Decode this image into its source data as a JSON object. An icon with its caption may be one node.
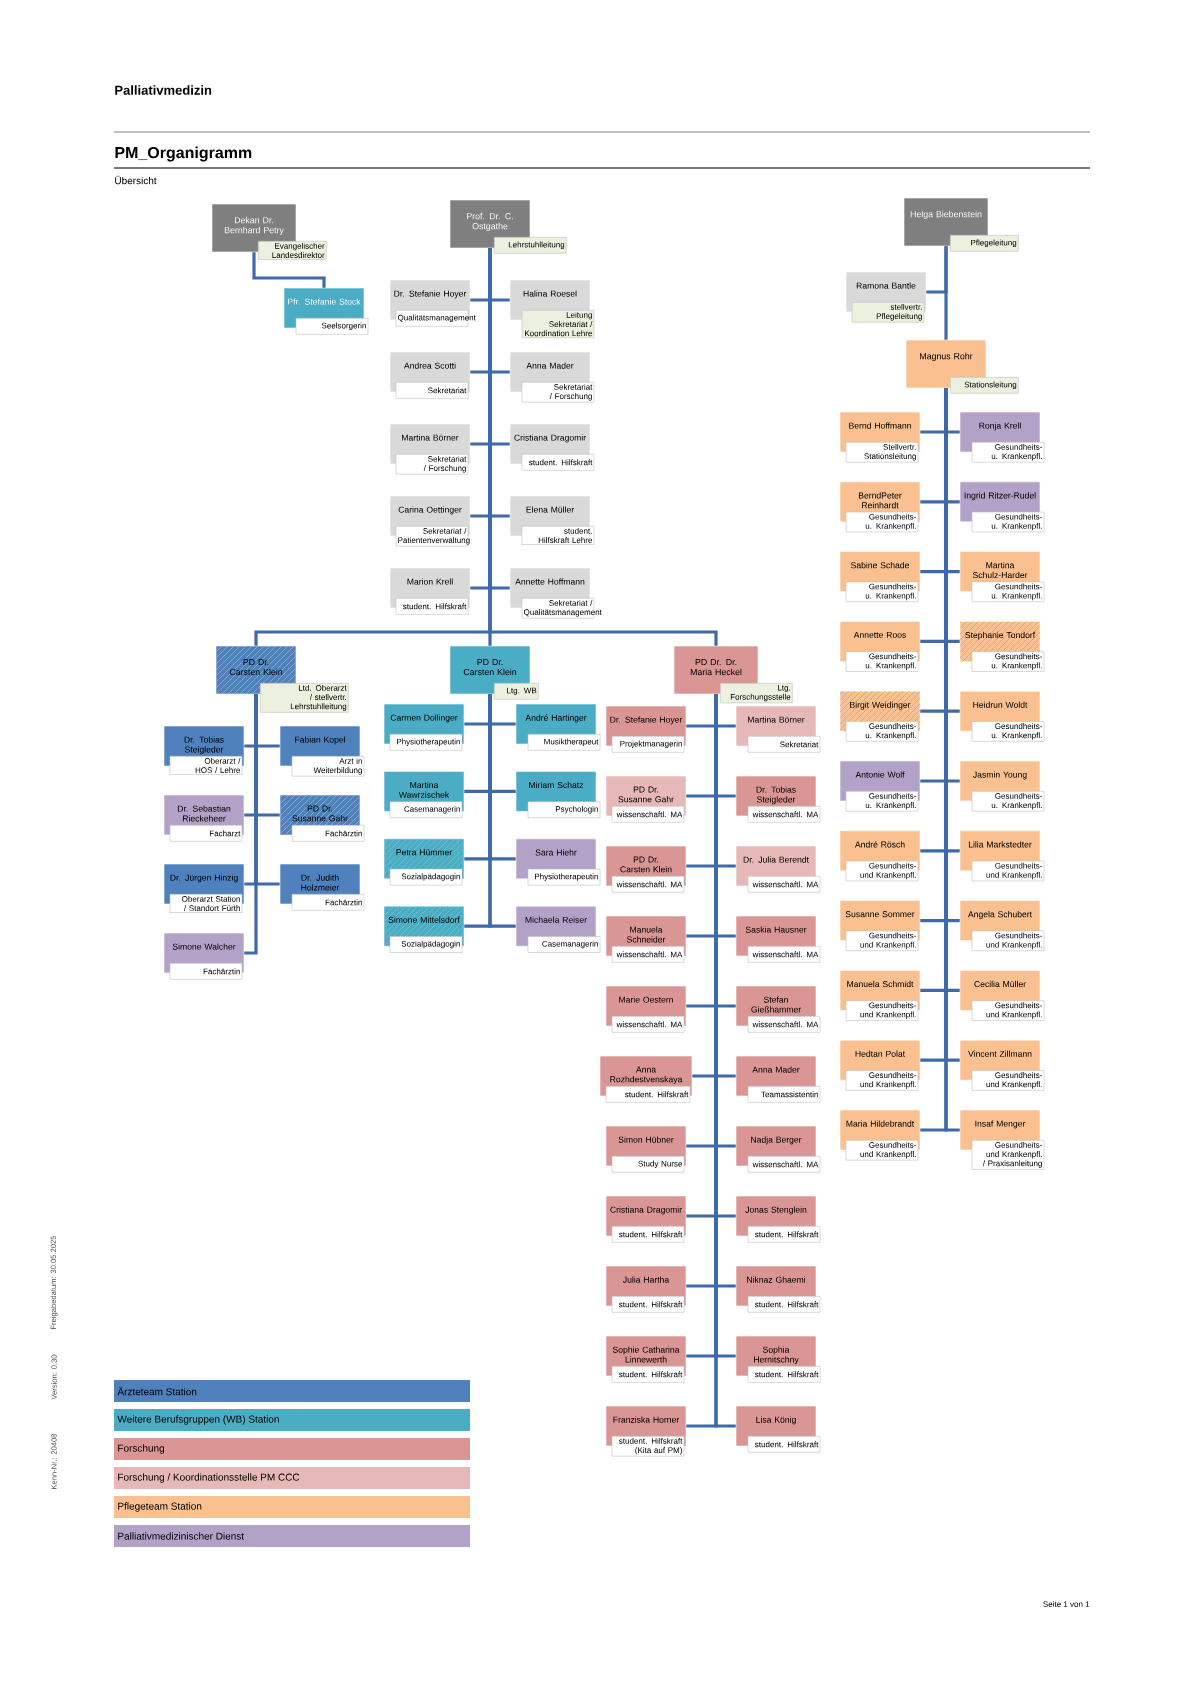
{
  "diagram": {
    "title": "PM_Organigramm",
    "nodes": [
      {
        "text": [
          "Dekan Dr. Bernhard Petry",
          "Evangelischer Landesdirektor"
        ]
      },
      {
        "text": [
          "Pfr. Stefanie Stock",
          "Seelsorgerin"
        ]
      },
      {
        "text": [
          "Prof. Dr. C. Ostgathe",
          "Lehrstuhlleitung"
        ]
      },
      {
        "text": [
          "Dr. Stefanie Hoyer",
          "Qualitätsmanagement"
        ]
      },
      {
        "text": [
          "Halina Roesel",
          "Leitung Sekretariat / Koordination Lehre"
        ]
      },
      {
        "text": [
          "Andrea Scotti",
          "Sekretariat"
        ]
      },
      {
        "text": [
          "Anna Mader",
          "Sekretariat / Forschung"
        ]
      },
      {
        "text": [
          "Martina Börner",
          "Sekretariat / Forschung"
        ]
      },
      {
        "text": [
          "Cristiana Dragomir",
          "student. Hilfskraft"
        ]
      },
      {
        "text": [
          "Carina Oettinger",
          "Sekretariat / Patientenverwaltung"
        ]
      },
      {
        "text": [
          "Elena Müller",
          "student. Hilfskraft Lehre"
        ]
      },
      {
        "text": [
          "Marion Krell",
          "student. Hilfskraft"
        ]
      },
      {
        "text": [
          "Annette Hoffmann",
          "Sekretariat / Qualitätsmanagement"
        ]
      },
      {
        "text": [
          "Helga Biebenstein",
          "Pflegeleitung"
        ]
      },
      {
        "text": [
          "Ramona Bantle",
          "stellvertr. Pflegeleitung"
        ]
      },
      {
        "text": [
          "Magnus Rohr",
          "Stationsleitung"
        ]
      },
      {
        "text": [
          "Bernd Hoffmann",
          "Stellvertr. Stationsleitung"
        ]
      },
      {
        "text": [
          "Ronja Krell",
          "Gesundheits- u. Krankenpfl."
        ]
      },
      {
        "text": [
          "BerndPeter Reinhardt",
          "Gesundheits- u. Krankenpfl."
        ]
      },
      {
        "text": [
          "Ingrid Ritzer-Rudel",
          "Gesundheits- u. Krankenpfl."
        ]
      },
      {
        "text": [
          "Sabine Schade",
          "Gesundheits- u. Krankenpfl."
        ]
      },
      {
        "text": [
          "Martina Schulz-Harder",
          "Gesundheits- u. Krankenpfl."
        ]
      },
      {
        "text": [
          "Annette Roos",
          "Gesundheits- u. Krankenpfl."
        ]
      },
      {
        "text": [
          "Stephanie Tondorf",
          "Gesundheits- u. Krankenpfl."
        ]
      },
      {
        "text": [
          "Birgit Weidinger",
          "Gesundheits- u. Krankenpfl."
        ]
      },
      {
        "text": [
          "Heidrun Woldt",
          "Gesundheits- u. Krankenpfl."
        ]
      },
      {
        "text": [
          "Antonie Wolf",
          "Gesundheits- u. Krankenpfl."
        ]
      },
      {
        "text": [
          "Jasmin Young",
          "Gesundheits- u. Krankenpfl."
        ]
      },
      {
        "text": [
          "André Rösch",
          "Gesundheits- und Krankenpfl."
        ]
      },
      {
        "text": [
          "Lilia Markstedter",
          "Gesundheits- und Krankenpfl."
        ]
      },
      {
        "text": [
          "Susanne Sommer",
          "Gesundheits- und Krankenpfl."
        ]
      },
      {
        "text": [
          "Angela Schubert",
          "Gesundheits- und Krankenpfl."
        ]
      },
      {
        "text": [
          "Manuela Schmidt",
          "Gesundheits- und Krankenpfl."
        ]
      },
      {
        "text": [
          "Cecilia Müller",
          "Gesundheits- und Krankenpfl."
        ]
      },
      {
        "text": [
          "Hedtan Polat",
          "Gesundheits- und Krankenpfl."
        ]
      },
      {
        "text": [
          "Vincent Zillmann",
          "Gesundheits- und Krankenpfl."
        ]
      },
      {
        "text": [
          "Maria Hildebrandt",
          "Gesundheits- und Krankenpfl."
        ]
      },
      {
        "text": [
          "Insaf Menger",
          "Gesundheits- und Krankenpfl. / Praxisanleitung"
        ]
      },
      {
        "text": [
          "PD Dr. Carsten Klein",
          "Ltd. Oberarzt / stellvertr. Lehrstuhlleitung"
        ]
      },
      {
        "text": [
          "PD Dr. Carsten Klein",
          "Ltg. WB"
        ]
      },
      {
        "text": [
          "PD Dr. Dr. Maria Heckel",
          "Ltg. Forschungsstelle"
        ]
      },
      {
        "text": [
          "Dr. Tobias Steigleder",
          "Oberarzt / HOS / Lehre"
        ]
      },
      {
        "text": [
          "Fabian Kopel",
          "Arzt in Weiterbildung"
        ]
      },
      {
        "text": [
          "Dr. Sebastian Rieckeheer",
          "Facharzt"
        ]
      },
      {
        "text": [
          "PD Dr. Susanne Gahr",
          "Fachärztin"
        ]
      },
      {
        "text": [
          "Dr. Jürgen Hinzig",
          "Oberarzt Station / Standort Fürth"
        ]
      },
      {
        "text": [
          "Dr. Judith Holzmeier",
          "Fachärztin"
        ]
      },
      {
        "text": [
          "Simone Walcher",
          "Fachärztin"
        ]
      },
      {
        "text": [
          "Carmen Dollinger",
          "Physiotherapeutin"
        ]
      },
      {
        "text": [
          "André Hartinger",
          "Musiktherapeut"
        ]
      },
      {
        "text": [
          "Martina Wawrzischek",
          "Casemanagerin"
        ]
      },
      {
        "text": [
          "Miriam Schatz",
          "Psychologin"
        ]
      },
      {
        "text": [
          "Petra Hümmer",
          "Sozialpädagogin"
        ]
      },
      {
        "text": [
          "Sara Hiehr",
          "Physiotherapeutin"
        ]
      },
      {
        "text": [
          "Simone Mittelsdorf",
          "Sozialpädagogin"
        ]
      },
      {
        "text": [
          "Michaela Reiser",
          "Casemanagerin"
        ]
      },
      {
        "text": [
          "Dr. Stefanie Hoyer",
          "Projektmanagerin"
        ]
      },
      {
        "text": [
          "Martina Börner",
          "Sekretariat"
        ]
      },
      {
        "text": [
          "PD Dr. Susanne Gahr",
          "wissenschaftl. MA"
        ]
      },
      {
        "text": [
          "Dr. Tobias Steigleder",
          "wissenschaftl. MA"
        ]
      },
      {
        "text": [
          "PD Dr. Carsten Klein",
          "wissenschaftl. MA"
        ]
      },
      {
        "text": [
          "Dr. Julia Berendt",
          "wissenschaftl. MA"
        ]
      },
      {
        "text": [
          "Manuela Schneider",
          "wissenschaftl. MA"
        ]
      },
      {
        "text": [
          "Saskia Hausner",
          "wissenschaftl. MA"
        ]
      },
      {
        "text": [
          "Marie Oestern",
          "wissenschaftl. MA"
        ]
      },
      {
        "text": [
          "Stefan Gießhammer",
          "wissenschaftl. MA"
        ]
      },
      {
        "text": [
          "Anna Rozhdestvenskaya",
          "student. Hilfskraft"
        ]
      },
      {
        "text": [
          "Anna Mader",
          "Teamassistentin"
        ]
      },
      {
        "text": [
          "Simon Hübner",
          "Study Nurse"
        ]
      },
      {
        "text": [
          "Nadja Berger",
          "wissenschaftl. MA"
        ]
      },
      {
        "text": [
          "Cristiana Dragomir",
          "student. Hilfskraft"
        ]
      },
      {
        "text": [
          "Jonas Stenglein",
          "student. Hilfskraft"
        ]
      },
      {
        "text": [
          "Julia Hartha",
          "student. Hilfskraft"
        ]
      },
      {
        "text": [
          "Niknaz Ghaemi",
          "student. Hilfskraft"
        ]
      },
      {
        "text": [
          "Sophie Catharina Linnewerth",
          "student. Hilfskraft"
        ]
      },
      {
        "text": [
          "Sophia Hernitschny",
          "student. Hilfskraft"
        ]
      },
      {
        "text": [
          "Franziska Horner",
          "student. Hilfskraft (Kita auf PM)"
        ]
      },
      {
        "text": [
          "Lisa König",
          "student. Hilfskraft"
        ]
      }
    ],
    "edges": [
      {
        "from": 0,
        "to": 1,
        "arrow": "none"
      },
      {
        "from": 2,
        "to": 3,
        "arrow": "none"
      },
      {
        "from": 2,
        "to": 4,
        "arrow": "none"
      },
      {
        "from": 2,
        "to": 5,
        "arrow": "none"
      },
      {
        "from": 2,
        "to": 6,
        "arrow": "none"
      },
      {
        "from": 2,
        "to": 7,
        "arrow": "none"
      },
      {
        "from": 2,
        "to": 8,
        "arrow": "none"
      },
      {
        "from": 2,
        "to": 9,
        "arrow": "none"
      },
      {
        "from": 2,
        "to": 10,
        "arrow": "none"
      },
      {
        "from": 2,
        "to": 11,
        "arrow": "none"
      },
      {
        "from": 2,
        "to": 12,
        "arrow": "none"
      },
      {
        "from": 13,
        "to": 14,
        "arrow": "none"
      },
      {
        "from": 13,
        "to": 15,
        "arrow": "none"
      },
      {
        "from": 15,
        "to": 16,
        "arrow": "none"
      },
      {
        "from": 15,
        "to": 17,
        "arrow": "none"
      },
      {
        "from": 15,
        "to": 18,
        "arrow": "none"
      },
      {
        "from": 15,
        "to": 19,
        "arrow": "none"
      },
      {
        "from": 15,
        "to": 20,
        "arrow": "none"
      },
      {
        "from": 15,
        "to": 21,
        "arrow": "none"
      },
      {
        "from": 15,
        "to": 22,
        "arrow": "none"
      },
      {
        "from": 15,
        "to": 23,
        "arrow": "none"
      },
      {
        "from": 15,
        "to": 24,
        "arrow": "none"
      },
      {
        "from": 15,
        "to": 25,
        "arrow": "none"
      },
      {
        "from": 15,
        "to": 26,
        "arrow": "none"
      },
      {
        "from": 15,
        "to": 27,
        "arrow": "none"
      },
      {
        "from": 15,
        "to": 28,
        "arrow": "none"
      },
      {
        "from": 15,
        "to": 29,
        "arrow": "none"
      },
      {
        "from": 15,
        "to": 30,
        "arrow": "none"
      },
      {
        "from": 15,
        "to": 31,
        "arrow": "none"
      },
      {
        "from": 15,
        "to": 32,
        "arrow": "none"
      },
      {
        "from": 15,
        "to": 33,
        "arrow": "none"
      },
      {
        "from": 15,
        "to": 34,
        "arrow": "none"
      },
      {
        "from": 15,
        "to": 35,
        "arrow": "none"
      },
      {
        "from": 15,
        "to": 36,
        "arrow": "none"
      },
      {
        "from": 15,
        "to": 37,
        "arrow": "none"
      },
      {
        "from": 2,
        "to": 38,
        "arrow": "none"
      },
      {
        "from": 2,
        "to": 39,
        "arrow": "none"
      },
      {
        "from": 2,
        "to": 40,
        "arrow": "none"
      },
      {
        "from": 38,
        "to": 41,
        "arrow": "none"
      },
      {
        "from": 38,
        "to": 42,
        "arrow": "none"
      },
      {
        "from": 38,
        "to": 43,
        "arrow": "none"
      },
      {
        "from": 38,
        "to": 44,
        "arrow": "none"
      },
      {
        "from": 38,
        "to": 45,
        "arrow": "none"
      },
      {
        "from": 38,
        "to": 46,
        "arrow": "none"
      },
      {
        "from": 38,
        "to": 47,
        "arrow": "none"
      },
      {
        "from": 39,
        "to": 48,
        "arrow": "none"
      },
      {
        "from": 39,
        "to": 49,
        "arrow": "none"
      },
      {
        "from": 39,
        "to": 50,
        "arrow": "none"
      },
      {
        "from": 39,
        "to": 51,
        "arrow": "none"
      },
      {
        "from": 39,
        "to": 52,
        "arrow": "none"
      },
      {
        "from": 39,
        "to": 53,
        "arrow": "none"
      },
      {
        "from": 39,
        "to": 54,
        "arrow": "none"
      },
      {
        "from": 39,
        "to": 55,
        "arrow": "none"
      },
      {
        "from": 40,
        "to": 56,
        "arrow": "none"
      },
      {
        "from": 40,
        "to": 57,
        "arrow": "none"
      },
      {
        "from": 40,
        "to": 58,
        "arrow": "none"
      },
      {
        "from": 40,
        "to": 59,
        "arrow": "none"
      },
      {
        "from": 40,
        "to": 60,
        "arrow": "none"
      },
      {
        "from": 40,
        "to": 61,
        "arrow": "none"
      },
      {
        "from": 40,
        "to": 62,
        "arrow": "none"
      },
      {
        "from": 40,
        "to": 63,
        "arrow": "none"
      },
      {
        "from": 40,
        "to": 64,
        "arrow": "none"
      },
      {
        "from": 40,
        "to": 65,
        "arrow": "none"
      },
      {
        "from": 40,
        "to": 66,
        "arrow": "none"
      },
      {
        "from": 40,
        "to": 67,
        "arrow": "none"
      },
      {
        "from": 40,
        "to": 68,
        "arrow": "none"
      },
      {
        "from": 40,
        "to": 69,
        "arrow": "none"
      },
      {
        "from": 40,
        "to": 70,
        "arrow": "none"
      },
      {
        "from": 40,
        "to": 71,
        "arrow": "none"
      },
      {
        "from": 40,
        "to": 72,
        "arrow": "none"
      },
      {
        "from": 40,
        "to": 73,
        "arrow": "none"
      },
      {
        "from": 40,
        "to": 74,
        "arrow": "none"
      },
      {
        "from": 40,
        "to": 75,
        "arrow": "none"
      },
      {
        "from": 40,
        "to": 76,
        "arrow": "none"
      },
      {
        "from": 40,
        "to": 77,
        "arrow": "none"
      }
    ],
    "labels": [
      "Palliativmedizin",
      "Übersicht",
      "Kenn-Nr.: 20408",
      "Version: 0.30",
      "Freigabedatum: 30.05.2025",
      "Seite 1 von 1"
    ],
    "legend": [
      {
        "text": "Ärzteteam Station",
        "color": "#4f81bd"
      },
      {
        "text": "Weitere Berufsgruppen (WB) Station",
        "color": "#4bacc6"
      },
      {
        "text": "Forschung",
        "color": "#d99694"
      },
      {
        "text": "Forschung / Koordinationsstelle PM CCC",
        "color": "#e6b9b8"
      },
      {
        "text": "Pflegeteam Station",
        "color": "#fac090"
      },
      {
        "text": "Palliativmedizinischer Dienst",
        "color": "#b3a2c7"
      }
    ]
  }
}
